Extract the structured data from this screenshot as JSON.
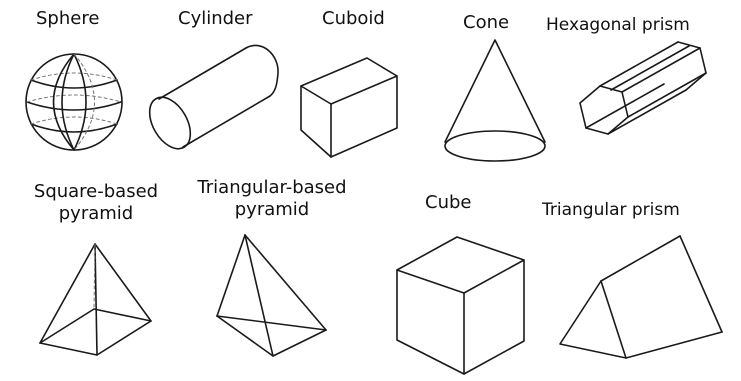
{
  "labels": {
    "sphere": "Sphere",
    "cylinder": "Cylinder",
    "cuboid": "Cuboid",
    "cone": "Cone",
    "hexagonal_prism": "Hexagonal prism",
    "square_pyramid_line1": "Square-based",
    "square_pyramid_line2": "pyramid",
    "triangular_pyramid_line1": "Triangular-based",
    "triangular_pyramid_line2": "pyramid",
    "cube": "Cube",
    "triangular_prism": "Triangular prism"
  }
}
